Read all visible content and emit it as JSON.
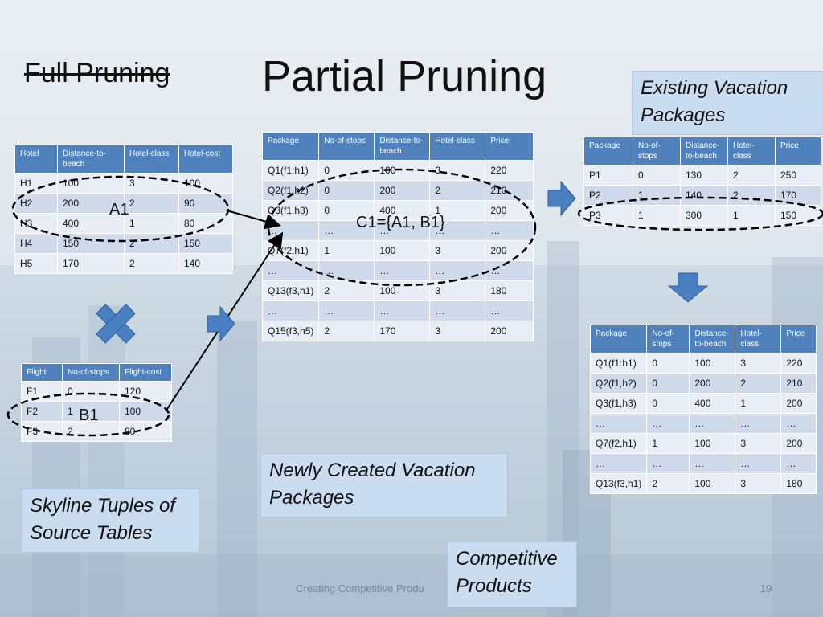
{
  "slide": {
    "title_struck": "Full Pruning",
    "title": "Partial Pruning",
    "footer": "Creating Competitive Produ",
    "page_number": "19"
  },
  "callouts": {
    "existing": "Existing Vacation Packages",
    "newly_created": "Newly Created Vacation Packages",
    "skyline": "Skyline Tuples of Source Tables",
    "competitive": "Competitive Products"
  },
  "labels": {
    "a1": "A1",
    "b1": "B1",
    "c1": "C1={A1, B1}"
  },
  "hotel_table": {
    "headers": [
      "Hotel",
      "Distance-to-beach",
      "Hotel-class",
      "Hotel-cost"
    ],
    "rows": [
      [
        "H1",
        "100",
        "3",
        "100"
      ],
      [
        "H2",
        "200",
        "2",
        "90"
      ],
      [
        "H3",
        "400",
        "1",
        "80"
      ],
      [
        "H4",
        "150",
        "2",
        "150"
      ],
      [
        "H5",
        "170",
        "2",
        "140"
      ]
    ]
  },
  "flight_table": {
    "headers": [
      "Flight",
      "No-of-stops",
      "Flight-cost"
    ],
    "rows": [
      [
        "F1",
        "0",
        "120"
      ],
      [
        "F2",
        "1",
        "100"
      ],
      [
        "F3",
        "2",
        "80"
      ]
    ]
  },
  "new_packages_table": {
    "headers": [
      "Package",
      "No-of-stops",
      "Distance-to-beach",
      "Hotel-class",
      "Price"
    ],
    "rows": [
      [
        "Q1(f1:h1)",
        "0",
        "100",
        "3",
        "220"
      ],
      [
        "Q2(f1,h2)",
        "0",
        "200",
        "2",
        "210"
      ],
      [
        "Q3(f1,h3)",
        "0",
        "400",
        "1",
        "200"
      ],
      [
        "…",
        "…",
        "…",
        "…",
        "…"
      ],
      [
        "Q7(f2,h1)",
        "1",
        "100",
        "3",
        "200"
      ],
      [
        "…",
        "…",
        "…",
        "…",
        "…"
      ],
      [
        "Q13(f3,h1)",
        "2",
        "100",
        "3",
        "180"
      ],
      [
        "…",
        "…",
        "…",
        "…",
        "…"
      ],
      [
        "Q15(f3,h5)",
        "2",
        "170",
        "3",
        "200"
      ]
    ]
  },
  "existing_table": {
    "headers": [
      "Package",
      "No-of-stops",
      "Distance-to-beach",
      "Hotel-class",
      "Price"
    ],
    "rows": [
      [
        "P1",
        "0",
        "130",
        "2",
        "250"
      ],
      [
        "P2",
        "1",
        "140",
        "2",
        "170"
      ],
      [
        "P3",
        "1",
        "300",
        "1",
        "150"
      ]
    ]
  },
  "competitive_table": {
    "headers": [
      "Package",
      "No-of-stops",
      "Distance-to-beach",
      "Hotel-class",
      "Price"
    ],
    "rows": [
      [
        "Q1(f1:h1)",
        "0",
        "100",
        "3",
        "220"
      ],
      [
        "Q2(f1,h2)",
        "0",
        "200",
        "2",
        "210"
      ],
      [
        "Q3(f1,h3)",
        "0",
        "400",
        "1",
        "200"
      ],
      [
        "…",
        "…",
        "…",
        "…",
        "…"
      ],
      [
        "Q7(f2,h1)",
        "1",
        "100",
        "3",
        "200"
      ],
      [
        "…",
        "…",
        "…",
        "…",
        "…"
      ],
      [
        "Q13(f3,h1)",
        "2",
        "100",
        "3",
        "180"
      ]
    ]
  },
  "colors": {
    "header_blue": "#4f81bd",
    "arrow_blue": "#4a7fc1",
    "callout_bg": "#c9dcf0"
  }
}
